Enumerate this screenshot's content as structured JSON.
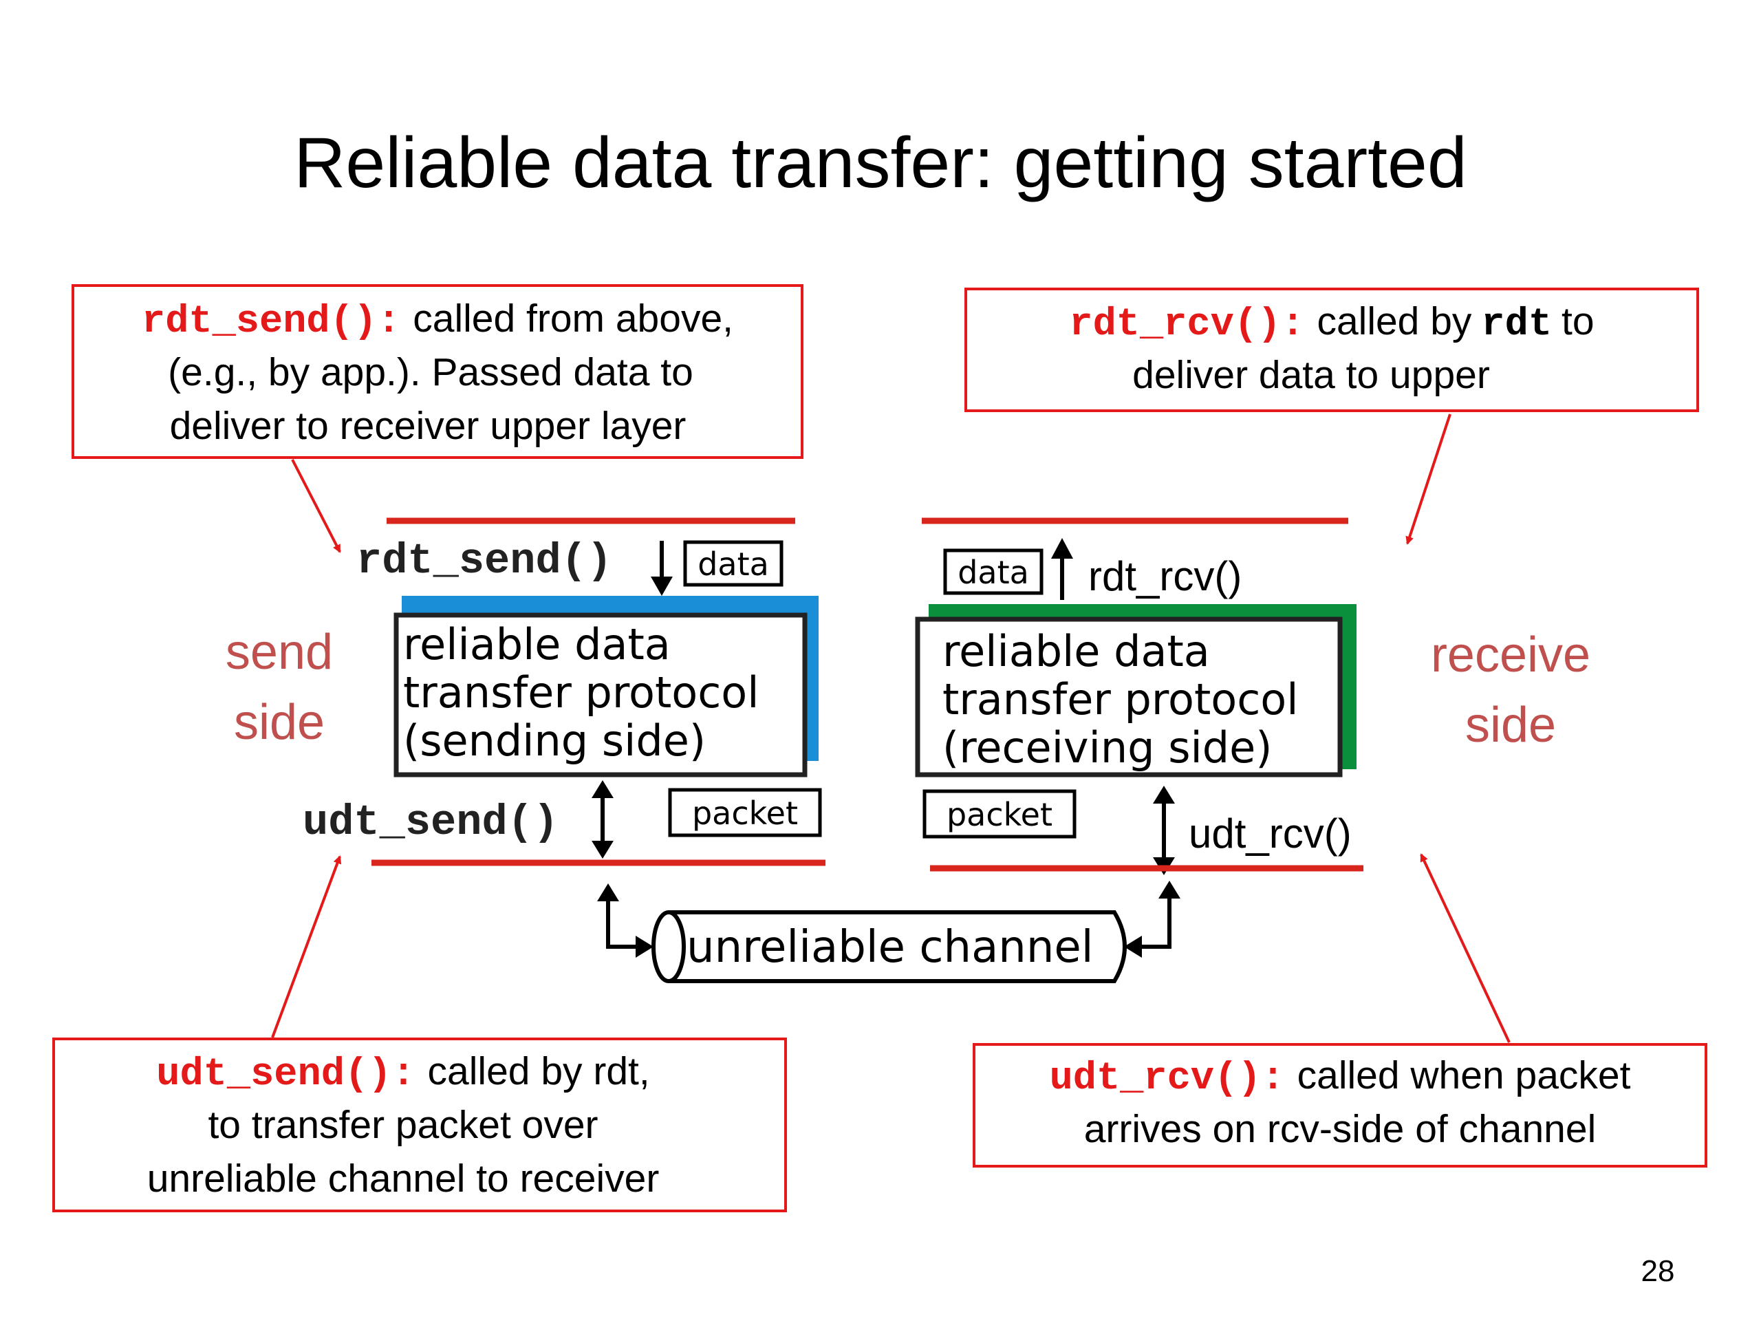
{
  "title": "Reliable data transfer: getting started",
  "page_number": "28",
  "callouts": {
    "rdt_send": {
      "code": "rdt_send():",
      "line1": "called from above,",
      "line2": "(e.g., by app.). Passed data to",
      "line3": "deliver to receiver upper layer"
    },
    "rdt_rcv": {
      "code": "rdt_rcv():",
      "line1_pre": "called by",
      "line1_code": "rdt",
      "line1_post": "to",
      "line2": "deliver data to upper"
    },
    "udt_send": {
      "code": "udt_send():",
      "line1": "called by rdt,",
      "line2": "to transfer packet over",
      "line3": "unreliable channel to receiver"
    },
    "udt_rcv": {
      "code": "udt_rcv():",
      "line1": "called when packet",
      "line2": "arrives on rcv-side of channel"
    }
  },
  "figure": {
    "send_side": {
      "side_label_1": "send",
      "side_label_2": "side",
      "call_top": "rdt_send()",
      "call_bottom": "udt_send()",
      "data_tag": "data",
      "packet_tag": "packet",
      "box_line1": "reliable data",
      "box_line2": "transfer protocol",
      "box_line3": "(sending side)"
    },
    "receive_side": {
      "side_label_1": "receive",
      "side_label_2": "side",
      "call_top": "rdt_rcv()",
      "call_bottom": "udt_rcv()",
      "data_tag": "data",
      "packet_tag": "packet",
      "box_line1": "reliable data",
      "box_line2": "transfer protocol",
      "box_line3": "(receiving side)"
    },
    "channel_label": "unreliable channel"
  },
  "colors": {
    "callout_border": "#e41a1a",
    "code_red": "#e41a1a",
    "side_label": "#c0504d",
    "send_accent": "#1a8fd8",
    "receive_accent": "#0a8f3c",
    "layer_line": "#d9261c"
  }
}
